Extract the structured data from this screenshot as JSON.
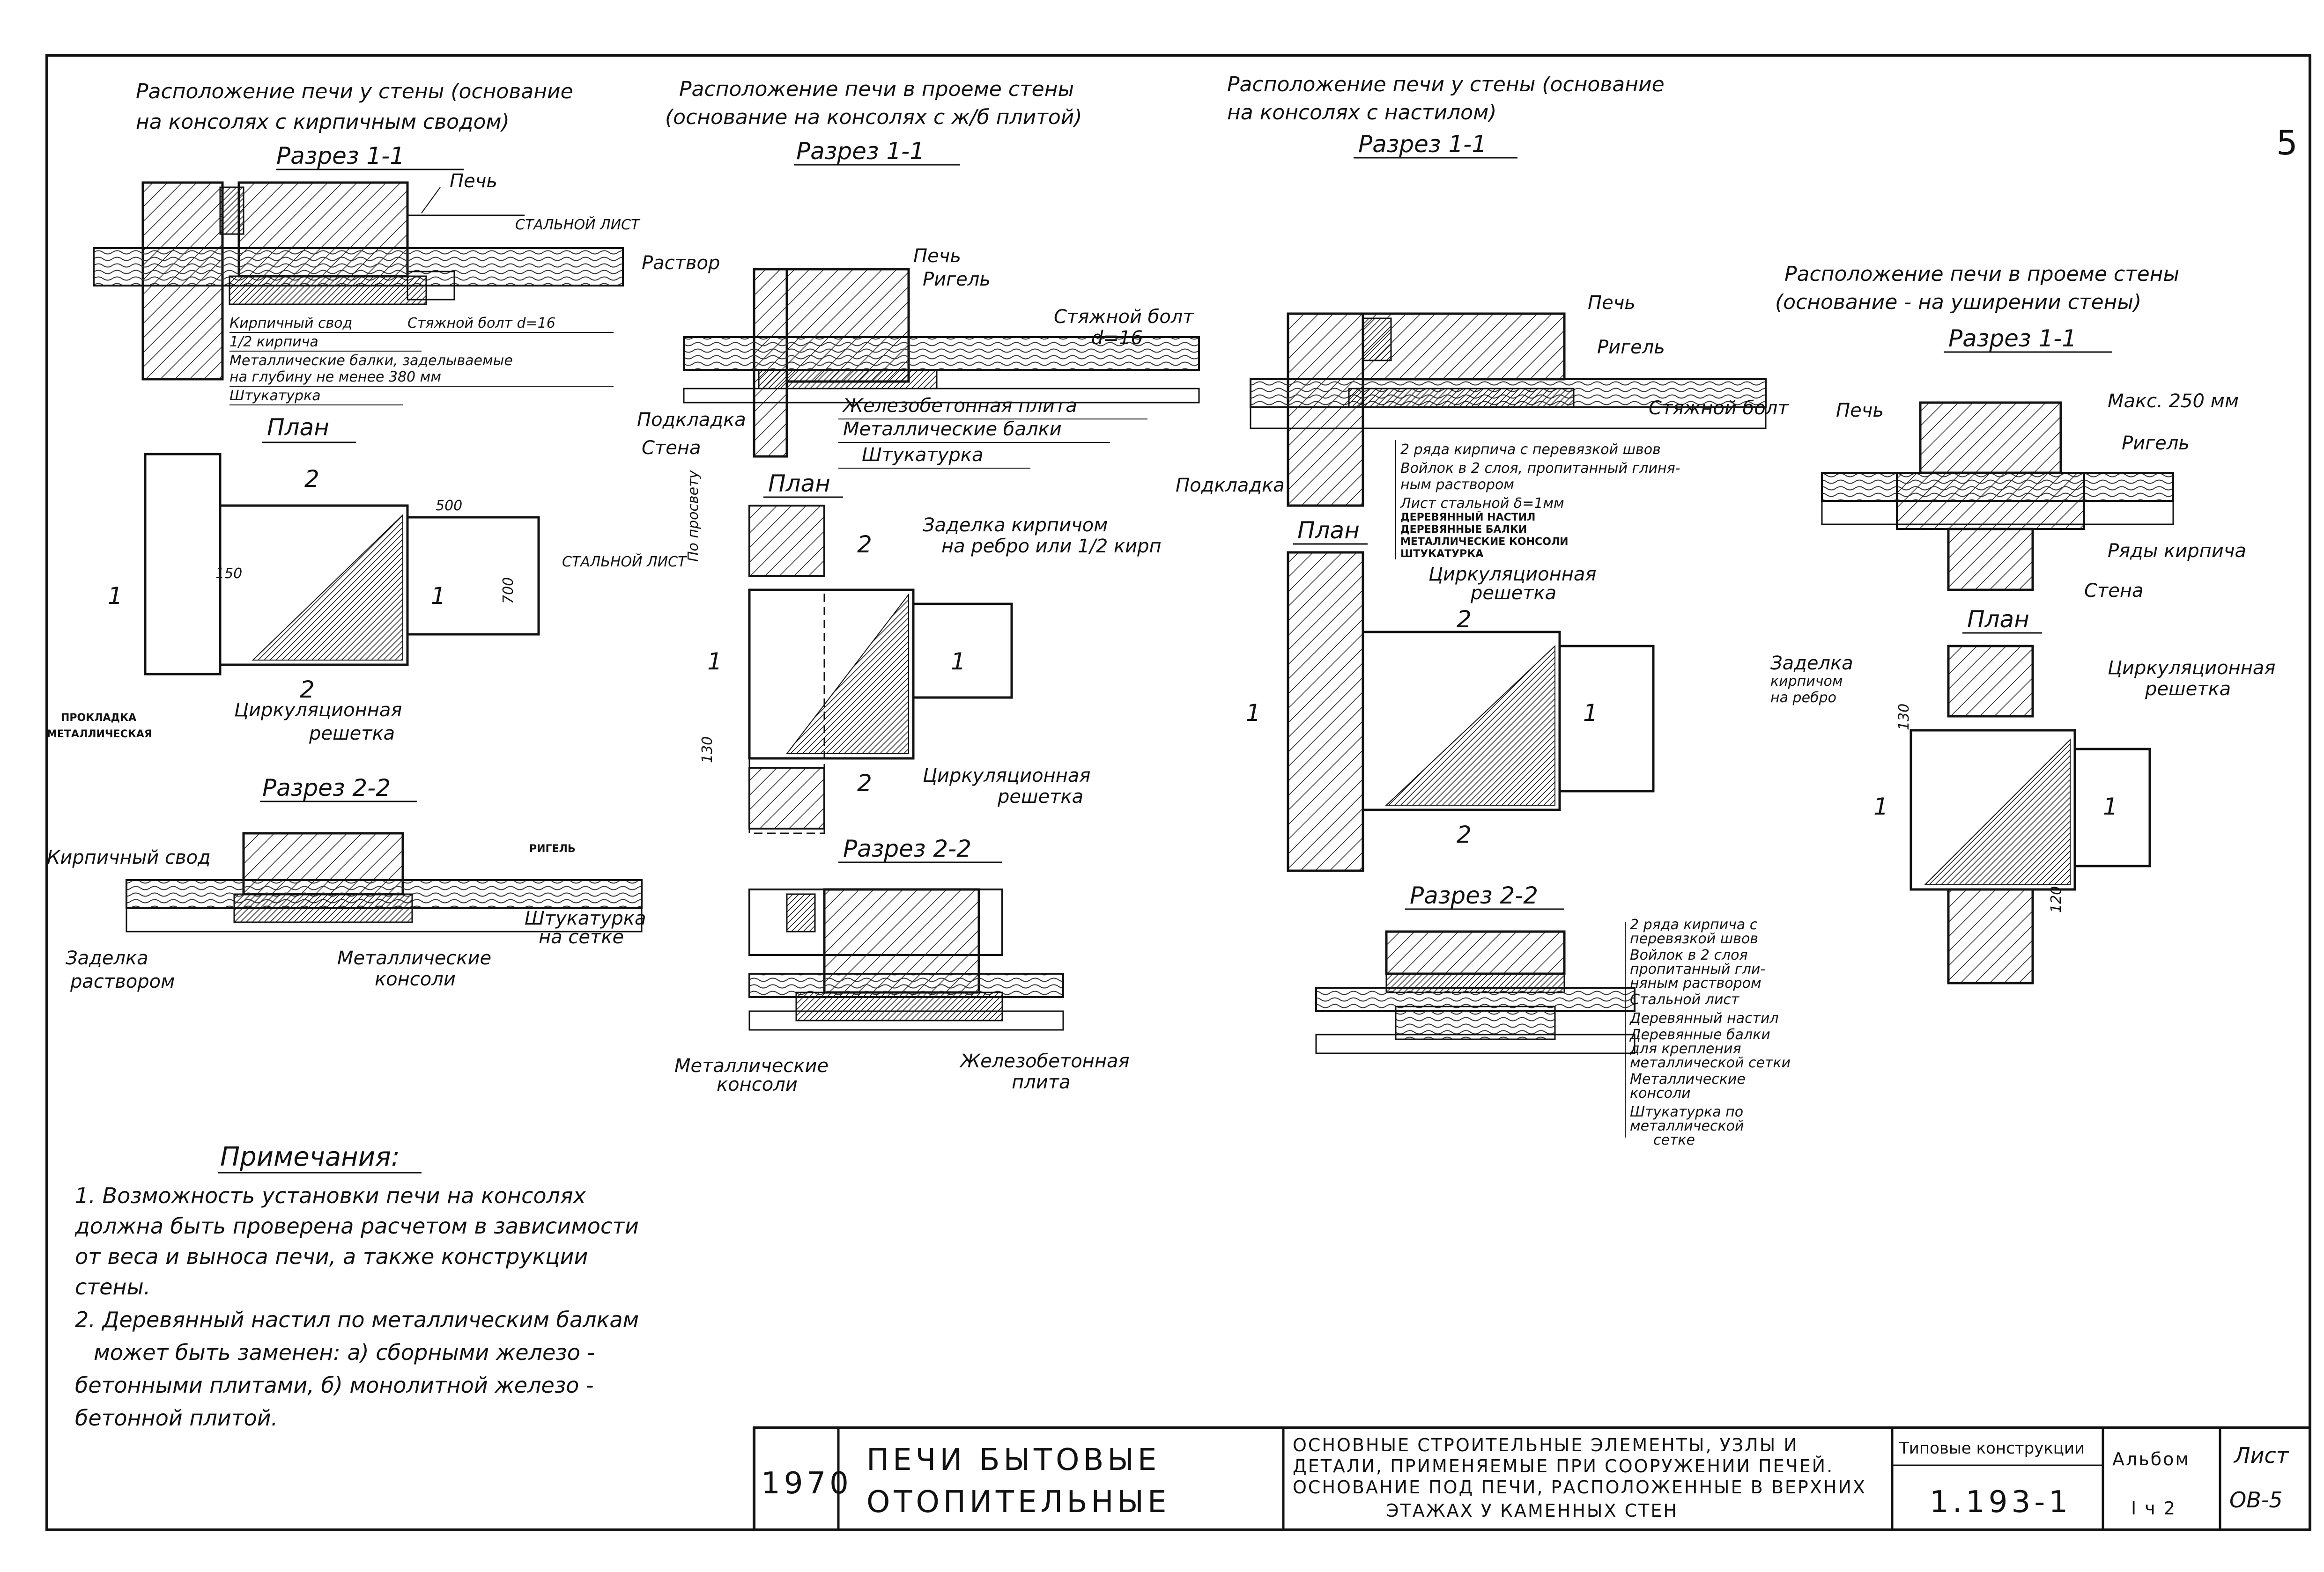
{
  "sheet_number": "5",
  "drawings": {
    "d1": {
      "title": "Расположение печи у стены (основание на консолях с кирпичным сводом)",
      "section": "Разрез 1-1",
      "labels": {
        "pech": "Печь",
        "stalnoy_list": "СТАЛЬНОЙ ЛИСТ",
        "kirp_svod": "Кирпичный свод",
        "styazhnoy_bolt": "Стяжной болт d=16",
        "half_brick": "1/2 кирпича",
        "metal_balki": "Металлические балки, заделываемые на глубину не менее 380 мм",
        "shtukaturka": "Штукатурка"
      },
      "plan": "План",
      "plan_labels": {
        "dim_500": "500",
        "dim_150": "150",
        "dim_700": "700",
        "stalnoy_list": "СТАЛЬНОЙ ЛИСТ",
        "prokladka": "ПРОКЛАДКА МЕТАЛЛИЧЕСКАЯ",
        "reshetka": "Циркуляционная решетка",
        "cut1": "1",
        "cut2": "2"
      },
      "section2": "Разрез 2-2",
      "s2_labels": {
        "kirp_svod": "Кирпичный свод",
        "rigel": "РИГЕЛЬ",
        "shtuk_setka": "Штукатурка на сетке",
        "zadelka": "Заделка раствором",
        "metal_konsoli": "Металлические консоли"
      }
    },
    "d2": {
      "title": "Расположение печи в проеме стены (основание на консолях с ж/б плитой)",
      "section": "Разрез 1-1",
      "labels": {
        "rastvor": "Раствор",
        "pech": "Печь",
        "rigel": "Ригель",
        "bolt": "Стяжной болт d=16",
        "zhb_plita": "Железобетонная плита",
        "metal_balki": "Металлические балки",
        "shtukaturka": "Штукатурка",
        "podkladka": "Подкладка",
        "stena": "Стена"
      },
      "plan": "План",
      "plan_labels": {
        "prosvetu": "По просвету",
        "zadelka": "Заделка кирпичом на ребро или 1/2 кирп",
        "reshetka": "Циркуляционная решетка",
        "dim_130": "130",
        "cut1": "1",
        "cut2": "2"
      },
      "section2": "Разрез 2-2",
      "s2_labels": {
        "metal_konsoli": "Металлические консоли",
        "zhb_plita": "Железобетонная плита"
      }
    },
    "d3": {
      "title": "Расположение печи у стены (основание на консолях с настилом)",
      "section": "Разрез 1-1",
      "labels": {
        "pech": "Печь",
        "rigel": "Ригель",
        "bolt": "Стяжной болт",
        "podkladka": "Подкладка",
        "layer1": "2 ряда кирпича с перевязкой швов",
        "layer2": "Войлок в 2 слоя, пропитанный глиняным раствором",
        "layer3": "Лист стальной δ=1мм",
        "layer4": "ДЕРЕВЯННЫЙ НАСТИЛ",
        "layer5": "ДЕРЕВЯННЫЕ БАЛКИ",
        "layer6": "МЕТАЛЛИЧЕСКИЕ КОНСОЛИ",
        "layer7": "ШТУКАТУРКА"
      },
      "plan": "План",
      "plan_labels": {
        "reshetka": "Циркуляционная решетка",
        "cut1": "1",
        "cut2": "2"
      },
      "section2": "Разрез 2-2",
      "s2_legend": [
        "2 ряда кирпича с перевязкой швов",
        "Войлок в 2 слоя пропитанный глиняным раствором",
        "Стальной лист",
        "Деревянный настил",
        "Деревянные балки для крепления металлической сетки",
        "Металлические консоли",
        "Штукатурка по металлической сетке"
      ]
    },
    "d4": {
      "title": "Расположение печи в проеме стены (основание - на уширении стены)",
      "section": "Разрез 1-1",
      "labels": {
        "pech": "Печь",
        "maks": "Макс. 250 мм",
        "rigel": "Ригель",
        "ryady": "Ряды кирпича",
        "stena": "Стена"
      },
      "plan": "План",
      "plan_labels": {
        "zadelka": "Заделка кирпичом на ребро",
        "reshetka": "Циркуляционная решетка",
        "dim_130": "130",
        "dim_120": "120",
        "cut1": "1"
      }
    }
  },
  "notes": {
    "heading": "Примечания:",
    "lines": [
      "1. Возможность установки печи на консолях",
      "должна быть проверена расчетом в зависимости",
      "от веса и выноса печи, а также конструкции",
      "стены.",
      "2. Деревянный настил по металлическим балкам",
      "может быть заменен: а) сборными железо -",
      "бетонными плитами, б) монолитной железо -",
      "бетонной плитой."
    ]
  },
  "title_block": {
    "year": "1970",
    "name_line1": "ПЕЧИ БЫТОВЫЕ",
    "name_line2": "ОТОПИТЕЛЬНЫЕ",
    "desc_line1": "ОСНОВНЫЕ СТРОИТЕЛЬНЫЕ ЭЛЕМЕНТЫ, УЗЛЫ И",
    "desc_line2": "ДЕТАЛИ, ПРИМЕНЯЕМЫЕ ПРИ СООРУЖЕНИИ ПЕЧЕЙ.",
    "desc_line3": "ОСНОВАНИЕ ПОД ПЕЧИ, РАСПОЛОЖЕННЫЕ В ВЕРХНИХ",
    "desc_line4": "ЭТАЖАХ У КАМЕННЫХ СТЕН",
    "series_label": "Типовые конструкции",
    "series": "1.193-1",
    "album_label": "Альбом",
    "album": "I ч 2",
    "sheet_label": "Лист",
    "sheet": "ОВ-5"
  }
}
